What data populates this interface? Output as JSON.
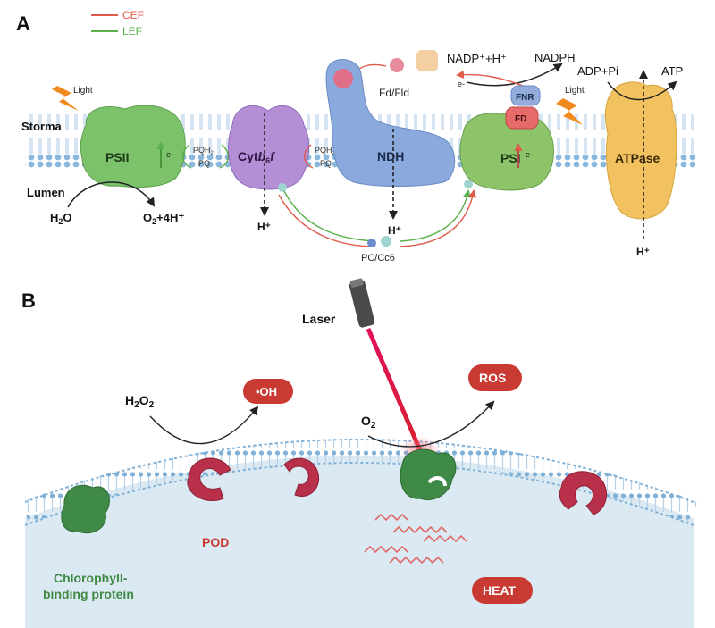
{
  "panel_a": {
    "label": "A",
    "legend": [
      {
        "text": "CEF",
        "color": "#e05a4a"
      },
      {
        "text": "LEF",
        "color": "#5ab04a"
      }
    ],
    "side_labels": {
      "stroma": "Storma",
      "lumen": "Lumen"
    },
    "light_label": "Light",
    "light_label_psi": "Light",
    "complexes": {
      "psii": "PSII",
      "cyt_prefix": "Cyt",
      "cyt_b": "b",
      "cyt_sub": "6",
      "cyt_f": "f",
      "ndh": "NDH",
      "psi": "PSI",
      "fnr": "FNR",
      "fd": "FD",
      "atpase": "ATPase"
    },
    "pq_pair_1": {
      "top": "PQH",
      "top_sub": "2",
      "bottom": "PQ"
    },
    "pq_pair_2": {
      "top": "PQH",
      "top_sub": "2",
      "bottom": "PQ"
    },
    "electron": "e-",
    "water": {
      "main": "H",
      "sub": "2",
      "tail": "O"
    },
    "oxygen_products": {
      "main": "O",
      "sub": "2",
      "tail": "+4H⁺"
    },
    "proton": "H⁺",
    "fd_fld": "Fd/Fld",
    "pc_cc6": "PC/Cc6",
    "nadp": "NADP⁺+H⁺",
    "nadph": "NADPH",
    "adp": "ADP+Pi",
    "atp": "ATP",
    "colors": {
      "psii": "#7cc26a",
      "cyt": "#b58fd6",
      "ndh": "#8aa9dc",
      "psi": "#8dc46a",
      "atpase": "#f2c260",
      "fd": "#e66a6a",
      "fnr": "#93acdc",
      "membrane": "#9fc3e2"
    }
  },
  "panel_b": {
    "label": "B",
    "laser": "Laser",
    "h2o2": {
      "main": "H",
      "sub": "2",
      "tail": "O",
      "sub2": "2"
    },
    "oh_badge": "•OH",
    "o2": {
      "main": "O",
      "sub": "2"
    },
    "ros_badge": "ROS",
    "pod": "POD",
    "chlorophyll_line1": "Chlorophyll-",
    "chlorophyll_line2": "binding protein",
    "heat_badge": "HEAT",
    "colors": {
      "badge": "#c83a32",
      "pod": "#b8304a",
      "chlorophyll": "#3f8a46",
      "laser_beam": "#e0105a",
      "cell": "#dbe9f2"
    }
  }
}
